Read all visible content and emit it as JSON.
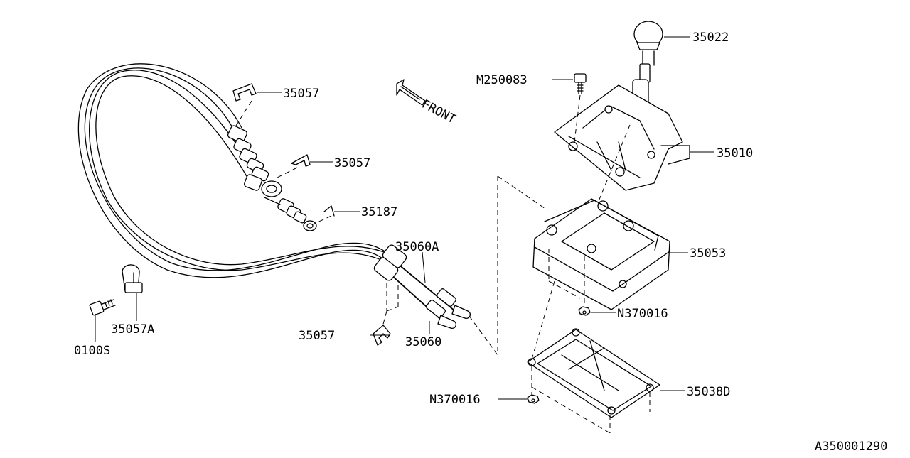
{
  "diagram": {
    "id": "A350001290",
    "front_label": "FRONT",
    "parts": {
      "knob": "35022",
      "bolt_m": "M250083",
      "shifter": "35010",
      "housing": "35053",
      "nut_upper": "N370016",
      "plate": "35038D",
      "nut_lower": "N370016",
      "clip_top": "35057",
      "clip_mid": "35057",
      "pin": "35187",
      "cable_a": "35060A",
      "cable": "35060",
      "clip_bottom": "35057",
      "clamp": "35057A",
      "bolt": "0100S"
    }
  }
}
